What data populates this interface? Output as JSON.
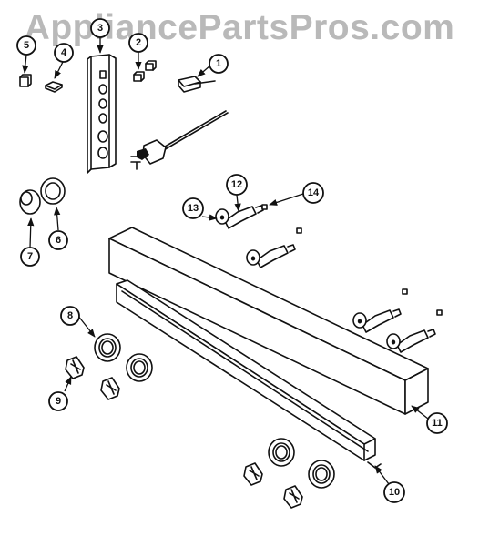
{
  "watermark": "AppliancePartsPros.com",
  "callouts": {
    "c1": "1",
    "c2": "2",
    "c3": "3",
    "c4": "4",
    "c5": "5",
    "c6": "6",
    "c7": "7",
    "c8": "8",
    "c9": "9",
    "c10": "10",
    "c11": "11",
    "c12": "12",
    "c13": "13",
    "c14": "14"
  }
}
